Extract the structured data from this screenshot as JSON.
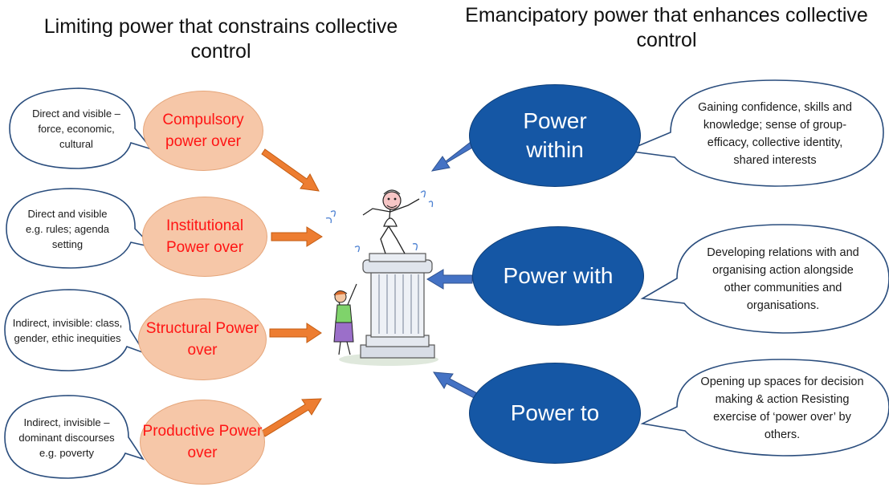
{
  "headings": {
    "left": "Limiting power that constrains collective control",
    "right": "Emancipatory power that enhances collective control"
  },
  "left_items": [
    {
      "label": "Compulsory power over",
      "description": "Direct and visible – force, economic, cultural"
    },
    {
      "label": "Institutional Power over",
      "description": "Direct and visible e.g. rules; agenda setting"
    },
    {
      "label": "Structural Power over",
      "description": "Indirect, invisible:  class, gender, ethic inequities"
    },
    {
      "label": "Productive Power over",
      "description": "Indirect, invisible – dominant discourses e.g. poverty"
    }
  ],
  "right_items": [
    {
      "label": "Power within",
      "description": "Gaining confidence, skills and knowledge; sense of group-efficacy,  collective identity, shared interests"
    },
    {
      "label": "Power with",
      "description": "Developing relations with and organising action alongside other communities and organisations."
    },
    {
      "label": "Power to",
      "description": "Opening up spaces for decision making & action Resisting exercise of ‘power over’ by others."
    }
  ],
  "colors": {
    "left_ellipse_fill": "#f6c7a8",
    "left_ellipse_text": "#ff1414",
    "right_ellipse_fill": "#1557a5",
    "right_ellipse_text": "#ffffff",
    "left_arrow": "#ed7d31",
    "right_arrow": "#4472c4"
  },
  "illustration": "cartoon-figure-on-pillar-with-person-reaching-up"
}
